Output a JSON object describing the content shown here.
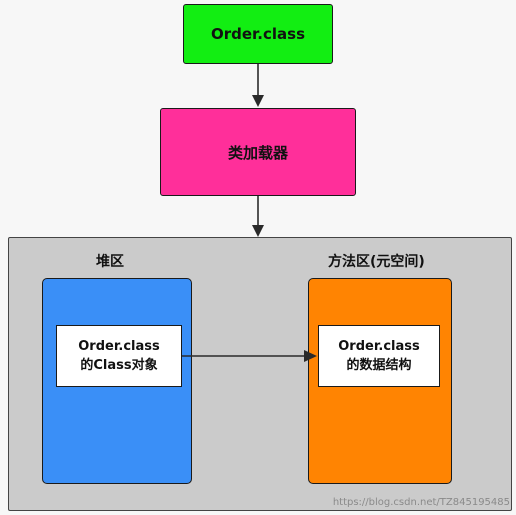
{
  "order_class": "Order.class",
  "class_loader": "类加载器",
  "heap": {
    "title": "堆区",
    "object_line1": "Order.class",
    "object_line2": "的Class对象"
  },
  "method_area": {
    "title": "方法区(元空间)",
    "struct_line1": "Order.class",
    "struct_line2": "的数据结构"
  },
  "watermark": "https://blog.csdn.net/TZ845195485",
  "colors": {
    "order_box": "#12ee12",
    "loader_box": "#ff2f9a",
    "heap_box": "#3a8ff7",
    "method_box": "#ff8402",
    "runtime_area": "#cbcbcb"
  }
}
